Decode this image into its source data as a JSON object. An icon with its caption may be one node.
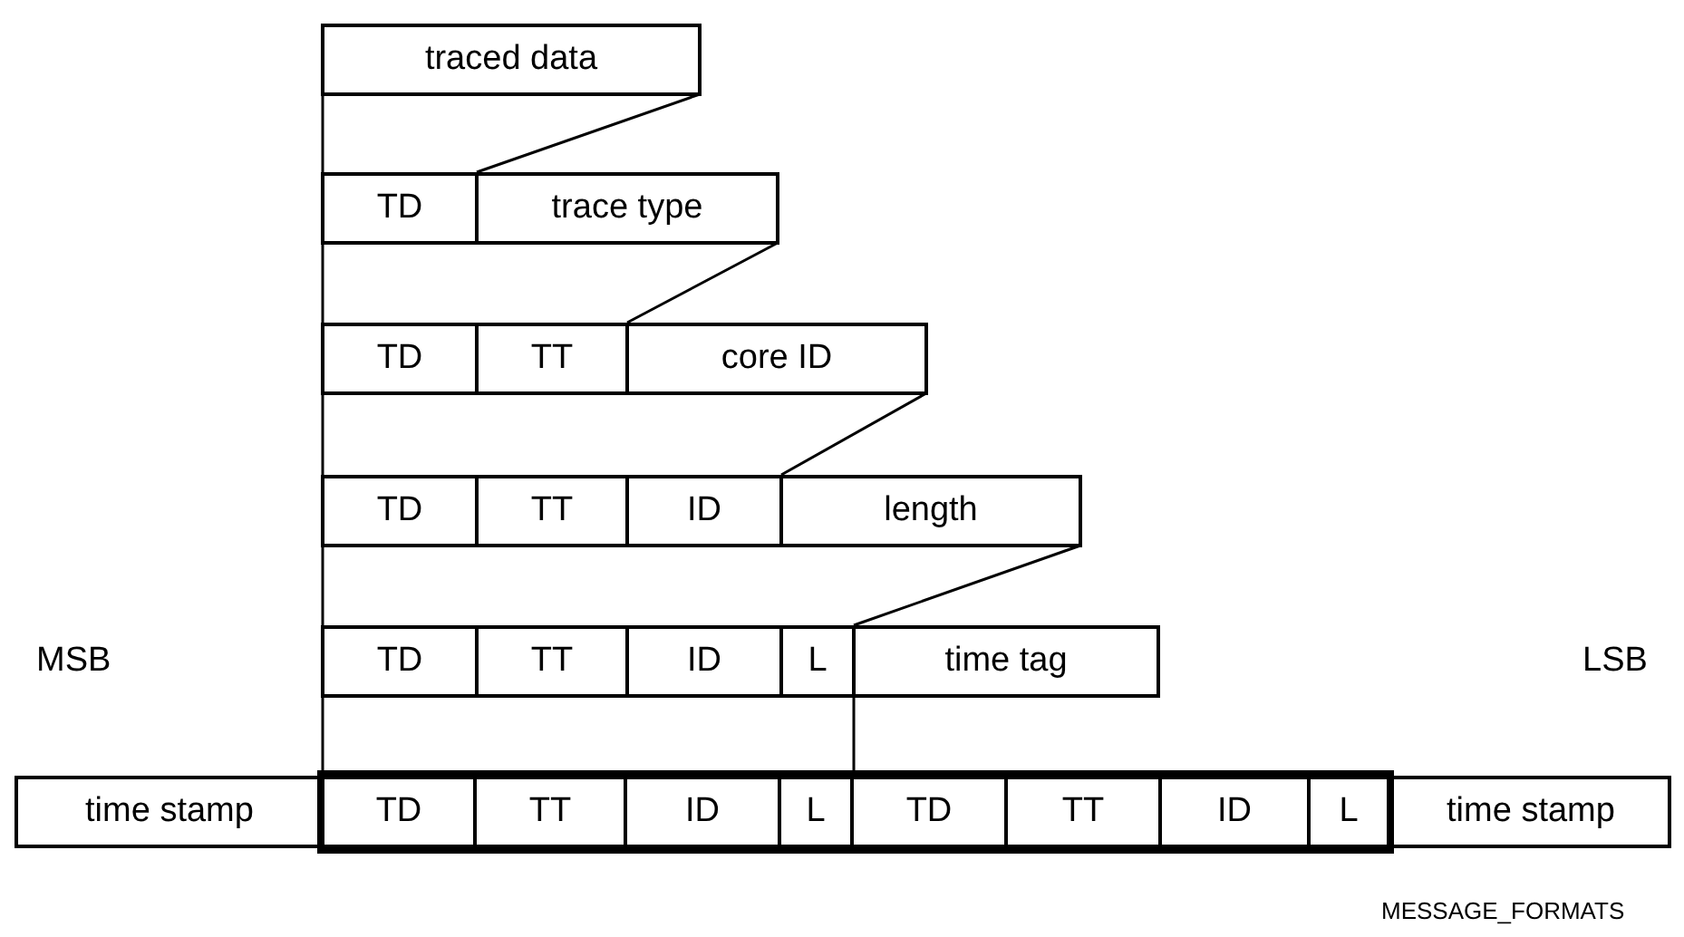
{
  "diagram": {
    "nodes": [
      {
        "text": [
          "traced data"
        ]
      },
      {
        "text": [
          "TD"
        ]
      },
      {
        "text": [
          "trace type"
        ]
      },
      {
        "text": [
          "TD"
        ]
      },
      {
        "text": [
          "TT"
        ]
      },
      {
        "text": [
          "core ID"
        ]
      },
      {
        "text": [
          "TD"
        ]
      },
      {
        "text": [
          "TT"
        ]
      },
      {
        "text": [
          "ID"
        ]
      },
      {
        "text": [
          "length"
        ]
      },
      {
        "text": [
          "TD"
        ]
      },
      {
        "text": [
          "TT"
        ]
      },
      {
        "text": [
          "ID"
        ]
      },
      {
        "text": [
          "L"
        ]
      },
      {
        "text": [
          "time tag"
        ]
      },
      {
        "text": [
          "time stamp"
        ]
      },
      {
        "text": [],
        "shape": "box"
      },
      {
        "text": [
          "TD"
        ],
        "in": 16
      },
      {
        "text": [
          "TT"
        ],
        "in": 16
      },
      {
        "text": [
          "ID"
        ],
        "in": 16
      },
      {
        "text": [
          "L"
        ],
        "in": 16
      },
      {
        "text": [
          "TD"
        ],
        "in": 16
      },
      {
        "text": [
          "TT"
        ],
        "in": 16
      },
      {
        "text": [
          "ID"
        ],
        "in": 16
      },
      {
        "text": [
          "L"
        ],
        "in": 16
      },
      {
        "text": [
          "time stamp"
        ]
      }
    ],
    "edges": [
      {
        "from": 0,
        "to": 2,
        "arrow": "none"
      },
      {
        "from": 2,
        "to": 5,
        "arrow": "none"
      },
      {
        "from": 5,
        "to": 9,
        "arrow": "none"
      },
      {
        "from": 9,
        "to": 14,
        "arrow": "none"
      },
      {
        "from": 0,
        "to": 1,
        "arrow": "none"
      },
      {
        "from": 1,
        "to": 3,
        "arrow": "none"
      },
      {
        "from": 3,
        "to": 6,
        "arrow": "none"
      },
      {
        "from": 6,
        "to": 10,
        "arrow": "none"
      },
      {
        "from": 10,
        "to": 16,
        "arrow": "none"
      },
      {
        "from": 14,
        "to": 21,
        "arrow": "none"
      }
    ],
    "labels": [
      "MSB",
      "LSB",
      "MESSAGE_FORMATS"
    ]
  }
}
